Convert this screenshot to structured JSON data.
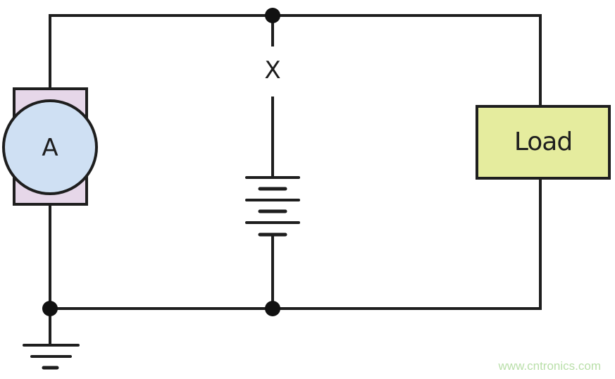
{
  "diagram": {
    "type": "circuit",
    "components": {
      "ammeter": {
        "label": "A",
        "fill": "#cfe0f3",
        "housing_fill": "#e6d7e9"
      },
      "break_point": {
        "label": "X"
      },
      "battery": {
        "cells": 3
      },
      "load": {
        "label": "Load",
        "fill": "#e5ec9e"
      },
      "ground": {
        "symbol": "ground"
      }
    },
    "nodes": [
      "top-middle",
      "bottom-left",
      "bottom-middle"
    ],
    "colors": {
      "wire": "#1e1e1e"
    }
  },
  "watermark": {
    "text": "www.cntronics.com",
    "color": "#b9dfa9"
  }
}
